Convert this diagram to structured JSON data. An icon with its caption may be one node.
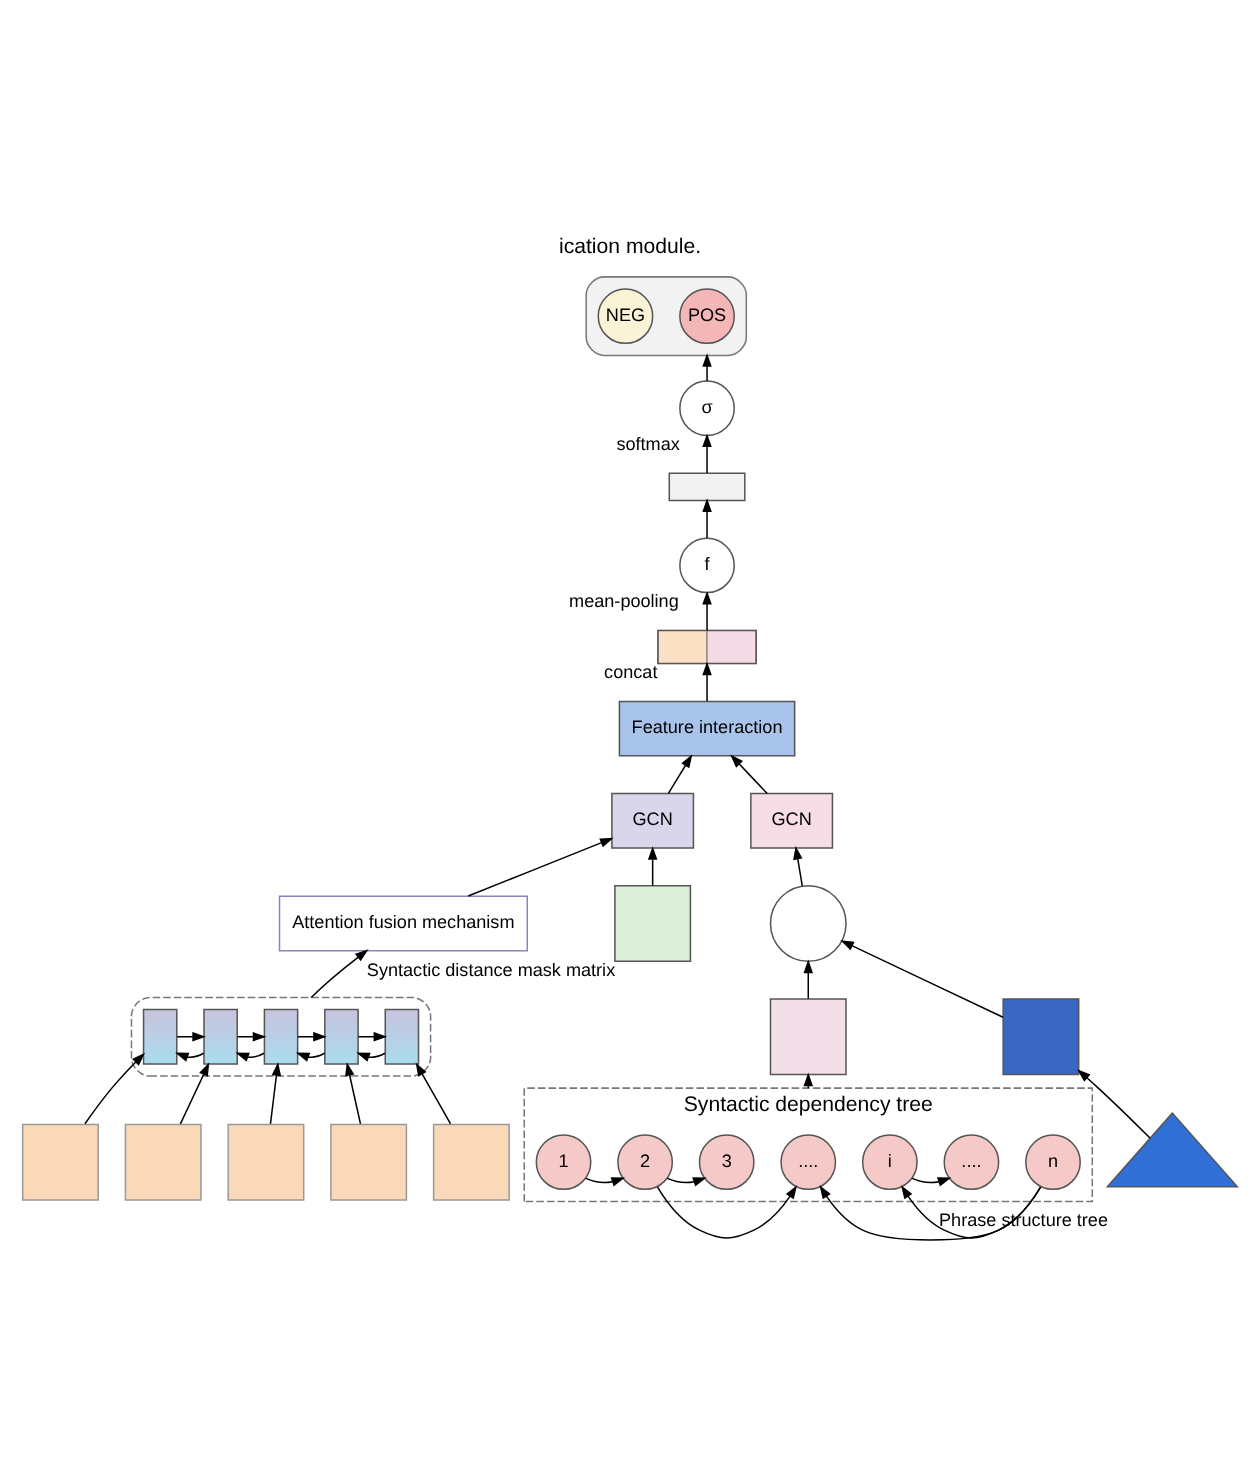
{
  "diagram": {
    "caption": "ication module.",
    "nodes": [
      {
        "text": [],
        "shape": "box"
      },
      {
        "text": [
          "NEG"
        ],
        "in": 0
      },
      {
        "text": [
          "POS"
        ],
        "in": 0
      },
      {
        "text": [
          "σ"
        ],
        "beside": [
          "softmax"
        ]
      },
      {
        "text": [],
        "shape": "box"
      },
      {
        "text": [
          "f"
        ],
        "beside": [
          "mean-pooling"
        ]
      },
      {
        "text": [],
        "shape": "bar",
        "beside": [
          "concat"
        ]
      },
      {
        "text": [
          "Feature interaction"
        ]
      },
      {
        "text": [
          "GCN"
        ]
      },
      {
        "text": [
          "GCN"
        ]
      },
      {
        "text": [
          "Attention fusion mechanism"
        ]
      },
      {
        "text": [],
        "shape": "box",
        "beside": [
          "Syntactic distance mask matrix"
        ]
      },
      {
        "text": [],
        "shape": "circle"
      },
      {
        "text": [],
        "shape": "box"
      },
      {
        "text": [],
        "shape": "bar",
        "in": 13
      },
      {
        "text": [],
        "shape": "bar",
        "in": 13
      },
      {
        "text": [],
        "shape": "bar",
        "in": 13
      },
      {
        "text": [],
        "shape": "bar",
        "in": 13
      },
      {
        "text": [],
        "shape": "bar",
        "in": 13
      },
      {
        "text": [],
        "shape": "box"
      },
      {
        "text": [],
        "shape": "box"
      },
      {
        "text": [],
        "shape": "box"
      },
      {
        "text": [],
        "shape": "box"
      },
      {
        "text": [],
        "shape": "box"
      },
      {
        "text": [],
        "shape": "box"
      },
      {
        "text": [],
        "shape": "box"
      },
      {
        "text": [
          "Syntactic dependency tree"
        ]
      },
      {
        "text": [
          "1"
        ],
        "in": 26
      },
      {
        "text": [
          "2"
        ],
        "in": 26
      },
      {
        "text": [
          "3"
        ],
        "in": 26
      },
      {
        "text": [
          "...."
        ],
        "in": 26
      },
      {
        "text": [
          "i"
        ],
        "in": 26
      },
      {
        "text": [
          "...."
        ],
        "in": 26
      },
      {
        "text": [
          "n"
        ],
        "in": 26
      },
      {
        "text": [],
        "shape": "tree",
        "beside": [
          "Phrase structure tree"
        ]
      }
    ],
    "edges": [
      {
        "from": 3,
        "to": 0,
        "arrow": "to"
      },
      {
        "from": 4,
        "to": 3,
        "arrow": "to"
      },
      {
        "from": 5,
        "to": 4,
        "arrow": "to"
      },
      {
        "from": 6,
        "to": 5,
        "arrow": "to"
      },
      {
        "from": 7,
        "to": 6,
        "arrow": "to"
      },
      {
        "from": 8,
        "to": 7,
        "arrow": "to"
      },
      {
        "from": 9,
        "to": 7,
        "arrow": "to"
      },
      {
        "from": 10,
        "to": 8,
        "arrow": "to"
      },
      {
        "from": 11,
        "to": 8,
        "arrow": "to"
      },
      {
        "from": 12,
        "to": 9,
        "arrow": "to"
      },
      {
        "from": 19,
        "to": 12,
        "arrow": "to"
      },
      {
        "from": 20,
        "to": 12,
        "arrow": "to"
      },
      {
        "from": 13,
        "to": 10,
        "arrow": "to"
      },
      {
        "from": 14,
        "to": 15,
        "arrow": "to"
      },
      {
        "from": 15,
        "to": 16,
        "arrow": "to"
      },
      {
        "from": 16,
        "to": 17,
        "arrow": "to"
      },
      {
        "from": 17,
        "to": 18,
        "arrow": "to"
      },
      {
        "from": 15,
        "to": 14,
        "arrow": "to"
      },
      {
        "from": 16,
        "to": 15,
        "arrow": "to"
      },
      {
        "from": 17,
        "to": 16,
        "arrow": "to"
      },
      {
        "from": 18,
        "to": 17,
        "arrow": "to"
      },
      {
        "from": 21,
        "to": 14,
        "arrow": "to"
      },
      {
        "from": 22,
        "to": 15,
        "arrow": "to"
      },
      {
        "from": 23,
        "to": 16,
        "arrow": "to"
      },
      {
        "from": 24,
        "to": 17,
        "arrow": "to"
      },
      {
        "from": 25,
        "to": 18,
        "arrow": "to"
      },
      {
        "from": 27,
        "to": 28,
        "arrow": "to"
      },
      {
        "from": 28,
        "to": 29,
        "arrow": "to"
      },
      {
        "from": 28,
        "to": 30,
        "arrow": "to"
      },
      {
        "from": 33,
        "to": 30,
        "arrow": "to"
      },
      {
        "from": 33,
        "to": 31,
        "arrow": "to"
      },
      {
        "from": 31,
        "to": 32,
        "arrow": "to"
      },
      {
        "from": 26,
        "to": 19,
        "arrow": "to"
      },
      {
        "from": 34,
        "to": 20,
        "arrow": "to"
      }
    ]
  }
}
